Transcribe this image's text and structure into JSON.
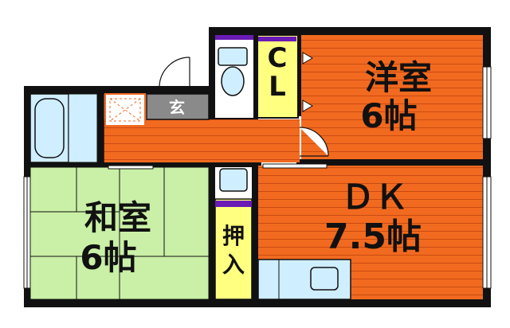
{
  "rooms": {
    "western": {
      "name": "洋室",
      "size": "6帖"
    },
    "japanese": {
      "name": "和室",
      "size": "6帖"
    },
    "dk": {
      "name": "ＤＫ",
      "size": "7.5帖"
    },
    "closet": {
      "line1": "C",
      "line2": "L"
    },
    "entrance": {
      "name": "玄"
    },
    "storage": {
      "line1": "押",
      "line2": "入"
    }
  },
  "colors": {
    "wall": "#111111",
    "flooring": "#f26a1f",
    "flooring_lines": "#c94a12",
    "tatami": "#c9f0a6",
    "closet": "#ffff80",
    "fixture": "#cfeeff",
    "purple": "#6a1bb5",
    "entrance": "#8a8a8a"
  }
}
